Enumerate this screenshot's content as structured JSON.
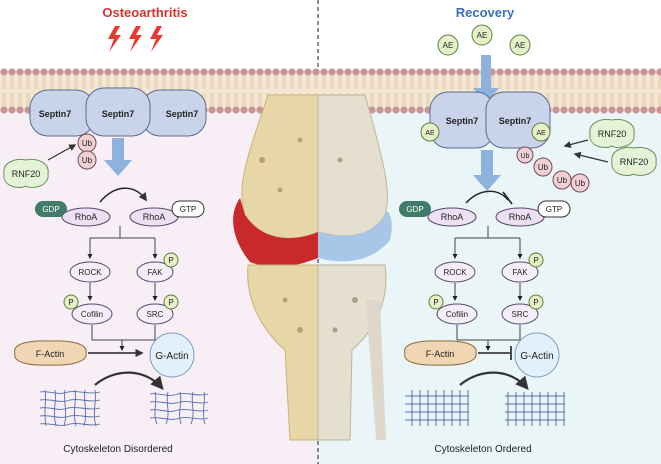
{
  "left": {
    "title": "Osteoarthritis",
    "septin": [
      "Septin7",
      "Septin7",
      "Septin7"
    ],
    "ub": [
      "Ub",
      "Ub"
    ],
    "rnf": "RNF20",
    "gdp": "GDP",
    "gtp": "GTP",
    "rhoa": [
      "RhoA",
      "RhoA"
    ],
    "rock": "ROCK",
    "fak": "FAK",
    "cofilin": "Cofilin",
    "src": "SRC",
    "p": "P",
    "factin": "F-Actin",
    "gactin": "G-Actin",
    "caption": "Cytoskeleton Disordered"
  },
  "right": {
    "title": "Recovery",
    "ae": "AE",
    "septin": [
      "Septin7",
      "Septin7"
    ],
    "ub": [
      "Ub",
      "Ub",
      "Ub",
      "Ub"
    ],
    "rnf": [
      "RNF20",
      "RNF20"
    ],
    "gdp": "GDP",
    "gtp": "GTP",
    "rhoa": [
      "RhoA",
      "RhoA"
    ],
    "rock": "ROCK",
    "fak": "FAK",
    "cofilin": "Cofilin",
    "src": "SRC",
    "p": "P",
    "factin": "F-Actin",
    "gactin": "G-Actin",
    "caption": "Cytoskeleton Ordered"
  },
  "colors": {
    "left_bg": "#f7eef6",
    "right_bg": "#e9f5f6",
    "septin": "#c9d4ea",
    "ub": "#efd0d6",
    "ae": "#e6f0c8",
    "rnf": "#e4f3d6",
    "gdp": "#3f7d6a",
    "arrow_blue": "#8eb2dd",
    "lightning": "#e53a2f",
    "factin": "#f1d6b4",
    "gactin": "#e3effa"
  }
}
